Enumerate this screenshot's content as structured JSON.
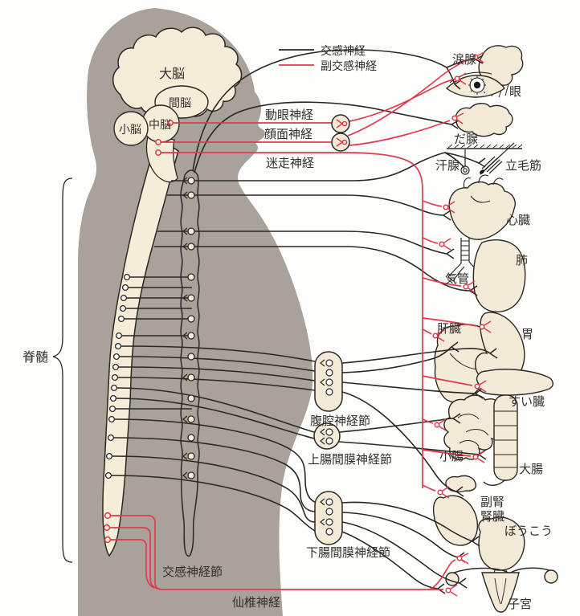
{
  "colors": {
    "background": "#fdfdfb",
    "body_silhouette": "#a9a29a",
    "cns_fill": "#f6edd9",
    "organ_fill": "#f3ead8",
    "sympathetic_line": "#2b2722",
    "parasympathetic_line": "#e03a4e",
    "label_text": "#332f2b"
  },
  "legend": {
    "sympathetic": "交感神経",
    "parasympathetic": "副交感神経"
  },
  "brain": {
    "cerebrum": "大脳",
    "diencephalon": "間脳",
    "midbrain": "中脳",
    "cerebellum": "小脳"
  },
  "spinal_cord": {
    "label": "脊髄"
  },
  "cranial_nerves": {
    "oculomotor": "動眼神経",
    "facial": "顔面神経",
    "vagus": "迷走神経"
  },
  "sacral_nerve": {
    "label": "仙椎神経"
  },
  "ganglia": {
    "celiac": "腹腔神経節",
    "superior_mesenteric": "上腸間膜神経節",
    "inferior_mesenteric": "下腸間膜神経節",
    "sympathetic_chain": "交感神経節"
  },
  "organs": {
    "lacrimal_gland": "涙腺",
    "eye": "眼",
    "salivary_gland": "だ腺",
    "sweat_gland": "汗腺",
    "arrector_pili": "立毛筋",
    "heart": "心臓",
    "lung": "肺",
    "trachea": "気管",
    "liver": "肝臓",
    "stomach": "胃",
    "pancreas": "すい臓",
    "small_intestine": "小腸",
    "large_intestine": "大腸",
    "adrenal_gland": "副腎",
    "kidney": "腎臓",
    "bladder": "ぼうこう",
    "uterus": "子宮"
  }
}
